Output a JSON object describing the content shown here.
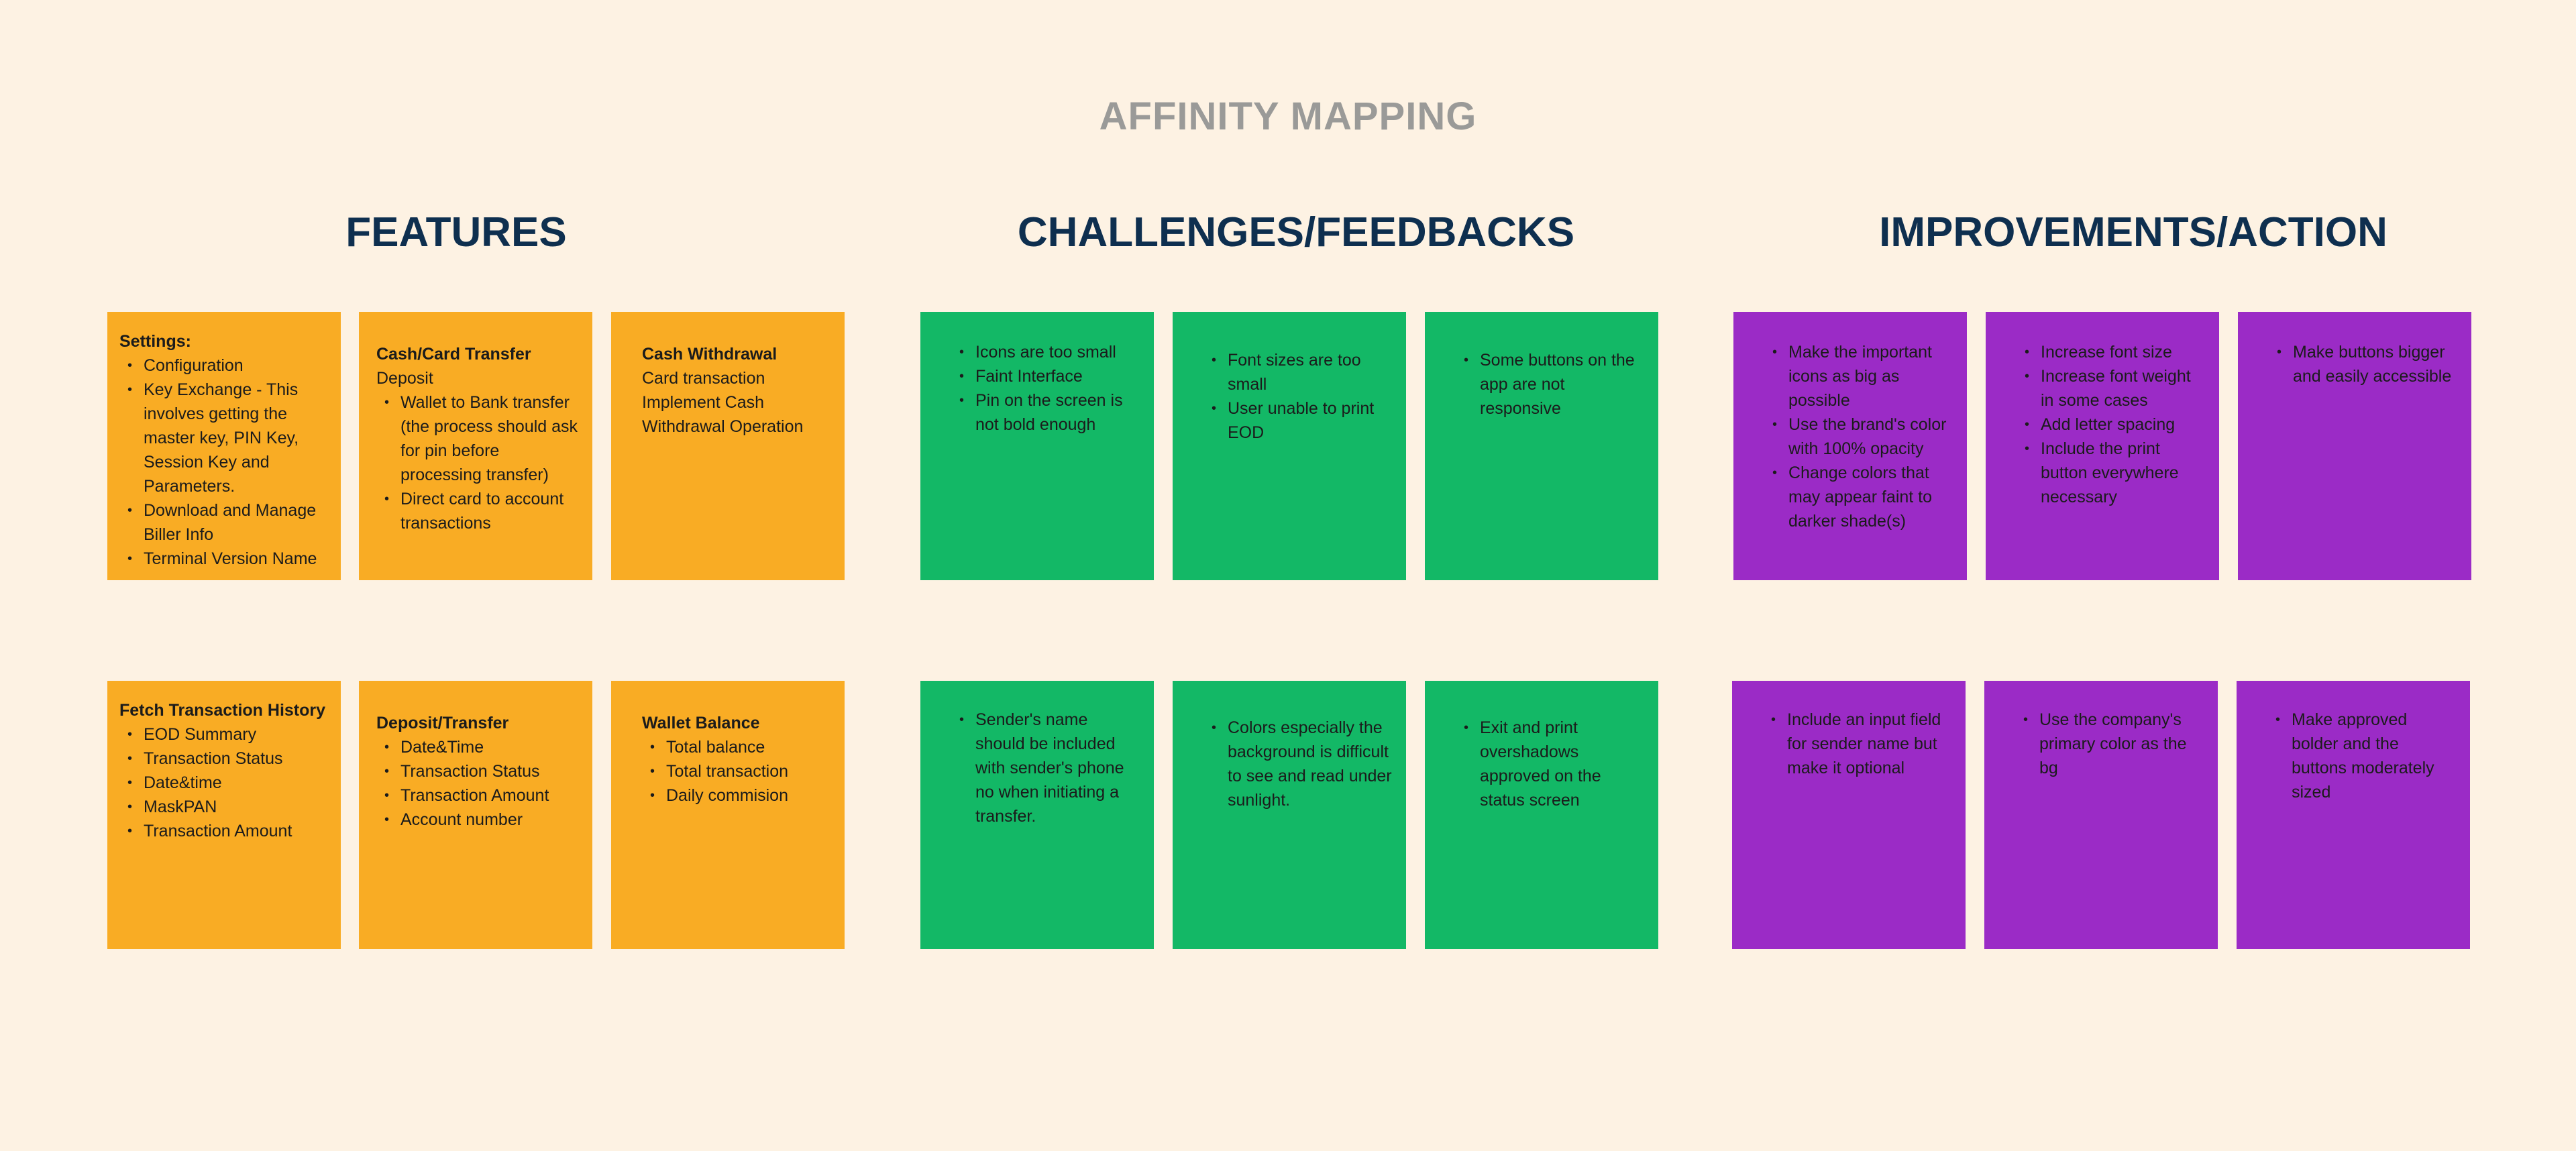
{
  "title": "AFFINITY MAPPING",
  "columns": {
    "features": "FEATURES",
    "challenges": "CHALLENGES/FEEDBACKS",
    "improvements": "IMPROVEMENTS/ACTION"
  },
  "colors": {
    "background": "#FDF2E3",
    "features_note": "#F9AC24",
    "challenges_note": "#13B866",
    "improvements_note": "#9B2BC6",
    "heading": "#0E2F4F",
    "title": "#9A9A98"
  },
  "features": {
    "settings": {
      "title": "Settings:",
      "items": [
        "Configuration",
        "Key Exchange - This involves getting the master key, PIN Key, Session Key and Parameters.",
        "Download and Manage Biller Info",
        "Terminal Version Name"
      ]
    },
    "cash_card_transfer": {
      "title": "Cash/Card Transfer",
      "subtitle": "Deposit",
      "items": [
        "Wallet to Bank transfer (the process should ask for pin before processing transfer)",
        "Direct card to account transactions"
      ]
    },
    "cash_withdrawal": {
      "title": "Cash Withdrawal",
      "line1": "Card transaction",
      "line2": "Implement Cash Withdrawal Operation"
    },
    "fetch_history": {
      "title": "Fetch Transaction History",
      "items": [
        "EOD Summary",
        "Transaction Status",
        "Date&time",
        "MaskPAN",
        "Transaction Amount"
      ]
    },
    "deposit_transfer": {
      "title": "Deposit/Transfer",
      "items": [
        "Date&Time",
        "Transaction Status",
        "Transaction Amount",
        "Account number"
      ]
    },
    "wallet_balance": {
      "title": "Wallet Balance",
      "items": [
        "Total balance",
        "Total transaction",
        "Daily commision"
      ]
    }
  },
  "challenges": {
    "note1": [
      "Icons are too small",
      "Faint Interface",
      "Pin on the screen is not bold enough"
    ],
    "note2": [
      "Font sizes are too small",
      "User unable to print EOD"
    ],
    "note3": [
      "Some buttons on the app are not responsive"
    ],
    "note4": [
      "Sender's name should be included with sender's phone no when initiating a transfer."
    ],
    "note5": [
      " Colors especially the background is difficult to see and read under sunlight."
    ],
    "note6": [
      "Exit and print overshadows approved on the status screen"
    ]
  },
  "improvements": {
    "note1": [
      "Make the important icons as big as possible",
      "Use the brand's color with 100% opacity",
      "Change colors that may appear faint to darker shade(s)"
    ],
    "note2": [
      "Increase font size",
      "Increase font weight in some cases",
      "Add letter spacing",
      "Include the print button everywhere necessary"
    ],
    "note3": [
      "Make buttons bigger and easily accessible"
    ],
    "note4": [
      "Include an input field for sender name but make it optional"
    ],
    "note5": [
      " Use the company's primary color as the bg"
    ],
    "note6": [
      "Make approved bolder and the buttons moderately sized"
    ]
  }
}
